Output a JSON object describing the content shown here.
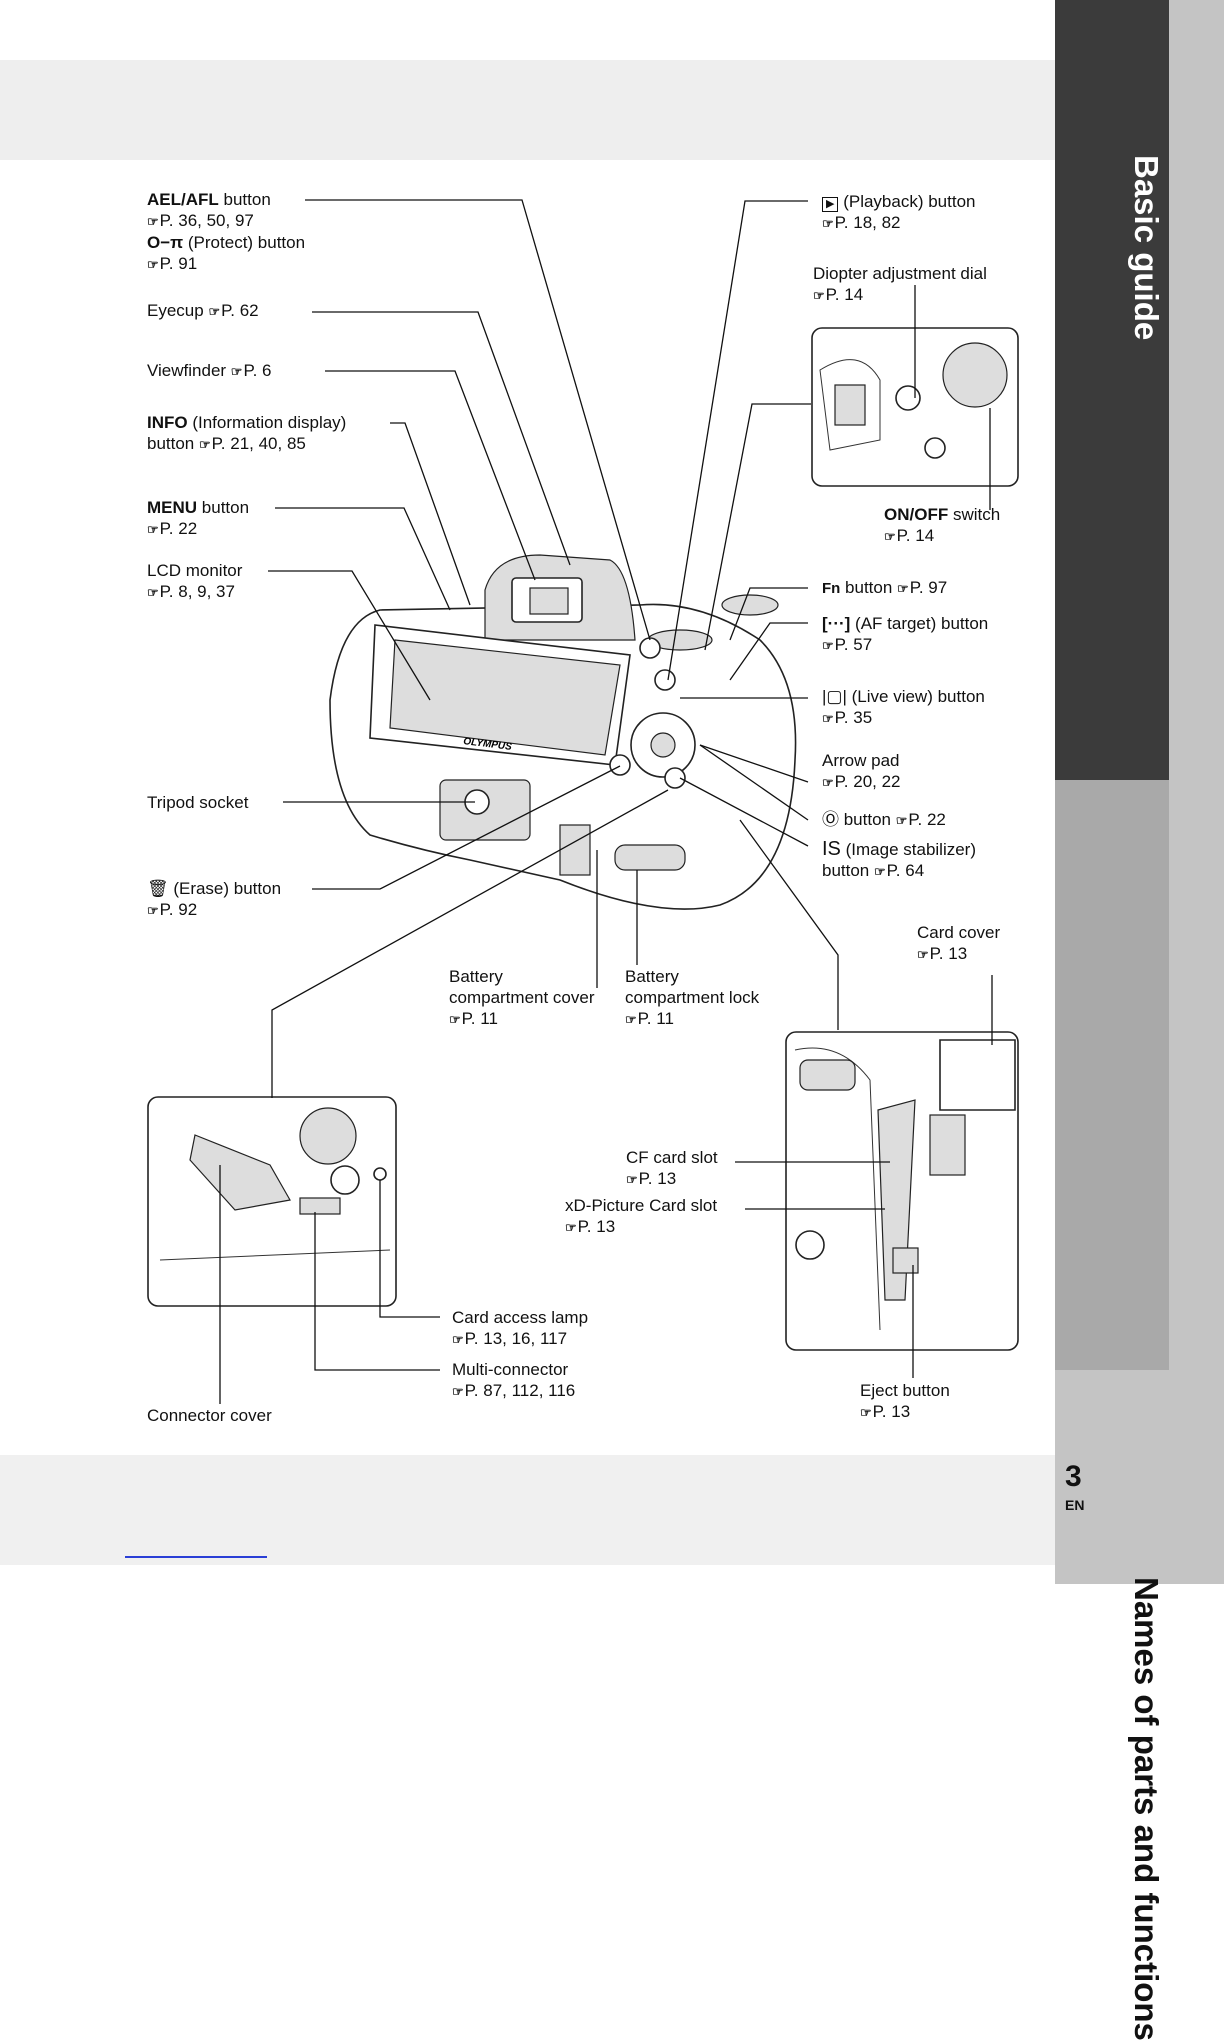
{
  "sidebar": {
    "tab_basic": "Basic guide",
    "tab_names": "Names of parts and functions",
    "page_number": "3",
    "page_lang": "EN"
  },
  "ref_icon": "ref-book-icon",
  "labels": {
    "ael_afl": {
      "title": "AEL/AFL",
      "suffix": " button",
      "ref": "P. 36, 50, 97"
    },
    "protect": {
      "title": "O−π",
      "suffix": " (Protect) button",
      "ref": "P. 91"
    },
    "eyecup": {
      "title": "Eyecup ",
      "ref": "P. 62"
    },
    "viewfinder": {
      "title": "Viewfinder ",
      "ref": "P. 6"
    },
    "info": {
      "title": "INFO",
      "suffix": " (Information display)",
      "line2": "button ",
      "ref": "P. 21, 40, 85"
    },
    "menu": {
      "title": "MENU",
      "suffix": " button",
      "ref": "P. 22"
    },
    "lcd": {
      "title": "LCD monitor",
      "ref": "P. 8, 9, 37"
    },
    "tripod": {
      "title": "Tripod socket"
    },
    "erase": {
      "title": " (Erase) button",
      "ref": "P. 92"
    },
    "playback": {
      "title": " (Playback) button",
      "ref": "P. 18, 82"
    },
    "diopter": {
      "title": "Diopter adjustment dial",
      "ref": "P. 14"
    },
    "onoff": {
      "title": "ON/OFF",
      "suffix": " switch",
      "ref": "P. 14"
    },
    "fn": {
      "title": "Fn",
      "suffix": " button ",
      "ref": "P. 97"
    },
    "af_target": {
      "title": "[···]",
      "suffix": " (AF target) button",
      "ref": "P. 57"
    },
    "live_view": {
      "title": "|▢|",
      "suffix": " (Live view) button",
      "ref": "P. 35"
    },
    "arrow_pad": {
      "title": "Arrow pad",
      "ref": "P. 20, 22"
    },
    "ok": {
      "title": "Ⓞ",
      "suffix": " button ",
      "ref": "P. 22"
    },
    "is": {
      "title": "IS",
      "suffix": " (Image stabilizer)",
      "line2": "button ",
      "ref": "P. 64"
    },
    "battery_cover": {
      "line1": "Battery",
      "line2": "compartment cover",
      "ref": "P. 11"
    },
    "battery_lock": {
      "line1": "Battery",
      "line2": "compartment lock",
      "ref": "P. 11"
    },
    "card_cover": {
      "title": "Card cover",
      "ref": "P. 13"
    },
    "cf_slot": {
      "title": "CF card slot",
      "ref": "P. 13"
    },
    "xd_slot": {
      "title": "xD-Picture Card slot",
      "ref": "P. 13"
    },
    "eject": {
      "title": "Eject button",
      "ref": "P. 13"
    },
    "access_lamp": {
      "title": "Card access lamp",
      "ref": "P. 13, 16, 117"
    },
    "multi_conn": {
      "title": "Multi-connector",
      "ref": "P. 87, 112, 116"
    },
    "conn_cover": {
      "title": "Connector cover"
    }
  },
  "illustration": {
    "brand": "OLYMPUS"
  }
}
